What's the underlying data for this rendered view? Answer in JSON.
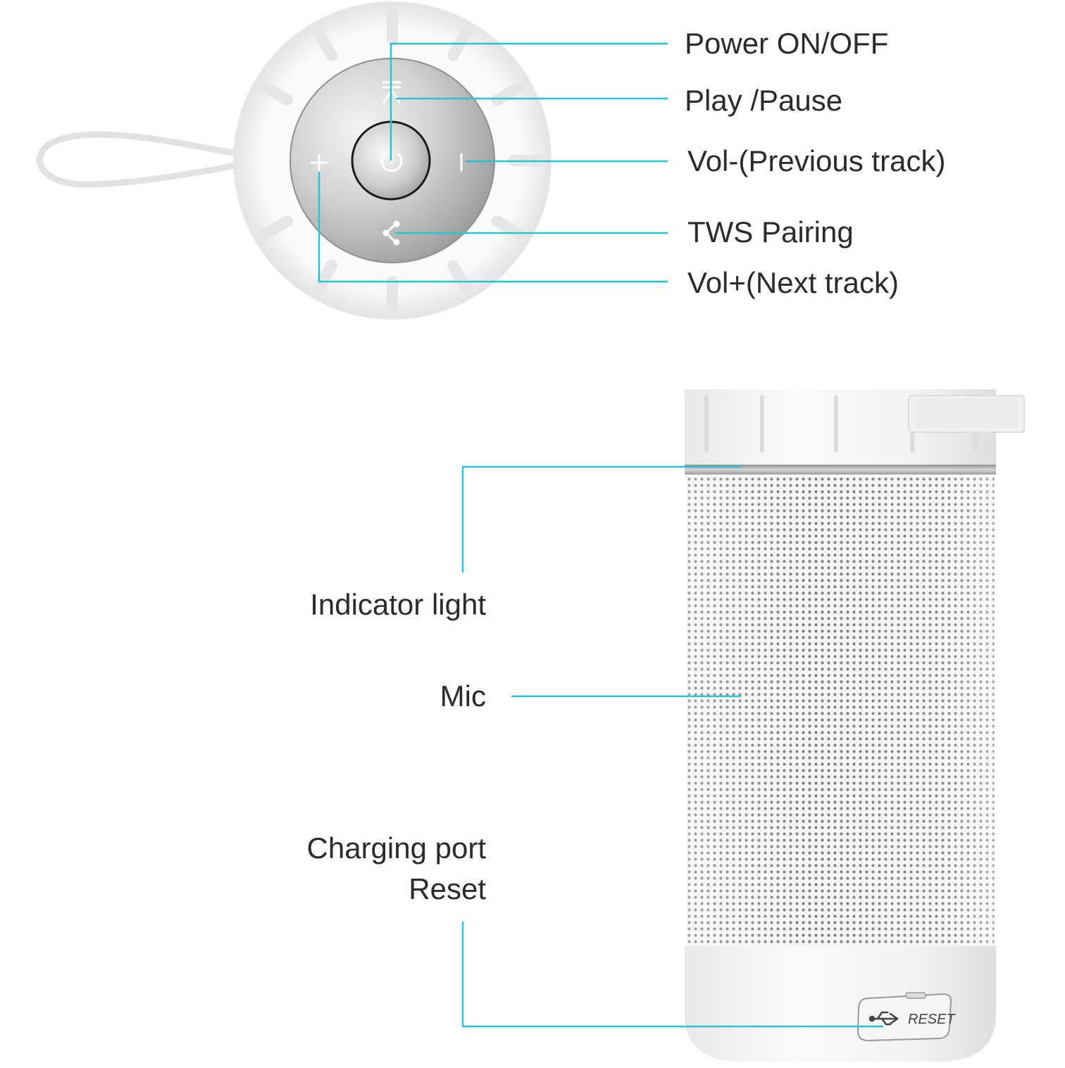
{
  "colors": {
    "callout_line": "#29c2d6",
    "label_text": "#2b2b2b",
    "plastic_white": "#f4f4f4",
    "metal_silver": "#c9c9c9",
    "grille_dot": "#6f6f6f"
  },
  "top_view": {
    "callouts": [
      {
        "id": "power",
        "label": "Power ON/OFF",
        "icon": "power-icon"
      },
      {
        "id": "play",
        "label": "Play /Pause",
        "icon": "play-pause-icon"
      },
      {
        "id": "vol-minus",
        "label": "Vol-(Previous track)",
        "icon": "minus-icon"
      },
      {
        "id": "tws",
        "label": "TWS Pairing",
        "icon": "share-icon"
      },
      {
        "id": "vol-plus",
        "label": "Vol+(Next track)",
        "icon": "plus-icon"
      }
    ]
  },
  "side_view": {
    "callouts": [
      {
        "id": "indicator",
        "label": "Indicator light"
      },
      {
        "id": "mic",
        "label": "Mic"
      },
      {
        "id": "charging",
        "label": "Charging port"
      },
      {
        "id": "reset",
        "label": "Reset"
      }
    ],
    "port_label": "RESET",
    "port_icon": "usb-icon"
  }
}
